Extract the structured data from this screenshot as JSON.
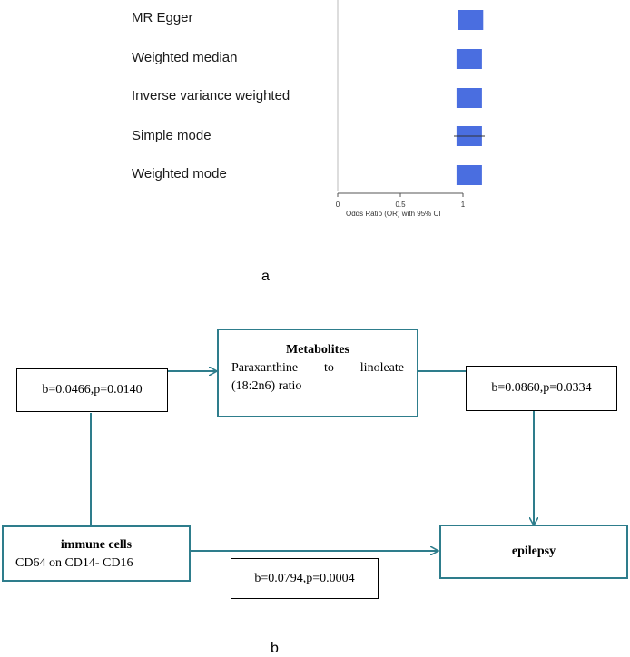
{
  "chart_data": {
    "type": "forest",
    "methods": [
      {
        "name": "MR Egger",
        "or": 1.06
      },
      {
        "name": "Weighted median",
        "or": 1.05
      },
      {
        "name": "Inverse variance weighted",
        "or": 1.05
      },
      {
        "name": "Simple mode",
        "or": 1.05
      },
      {
        "name": "Weighted mode",
        "or": 1.05
      }
    ],
    "xlim": [
      0,
      1
    ],
    "xticks": [
      "0",
      "0.5",
      "1"
    ],
    "xlabel": "Odds Ratio (OR) with 95% CI",
    "colors": {
      "box": "#4a6ee0",
      "reference_line": "#bbbbbb"
    }
  },
  "panel_a_label": "a",
  "panel_b_label": "b",
  "diagram": {
    "metabolites": {
      "title": "Metabolites",
      "line1": "Paraxanthine  to  linoleate",
      "line2": "(18:2n6) ratio"
    },
    "immune": {
      "title": "immune cells",
      "subtitle": "CD64 on CD14- CD16"
    },
    "outcome": {
      "title": "epilepsy"
    },
    "stat_left": "b=0.0466,p=0.0140",
    "stat_right": "b=0.0860,p=0.0334",
    "stat_bottom": "b=0.0794,p=0.0004",
    "colors": {
      "box_border": "#2e7d8c",
      "arrow": "#2e7d8c"
    }
  }
}
